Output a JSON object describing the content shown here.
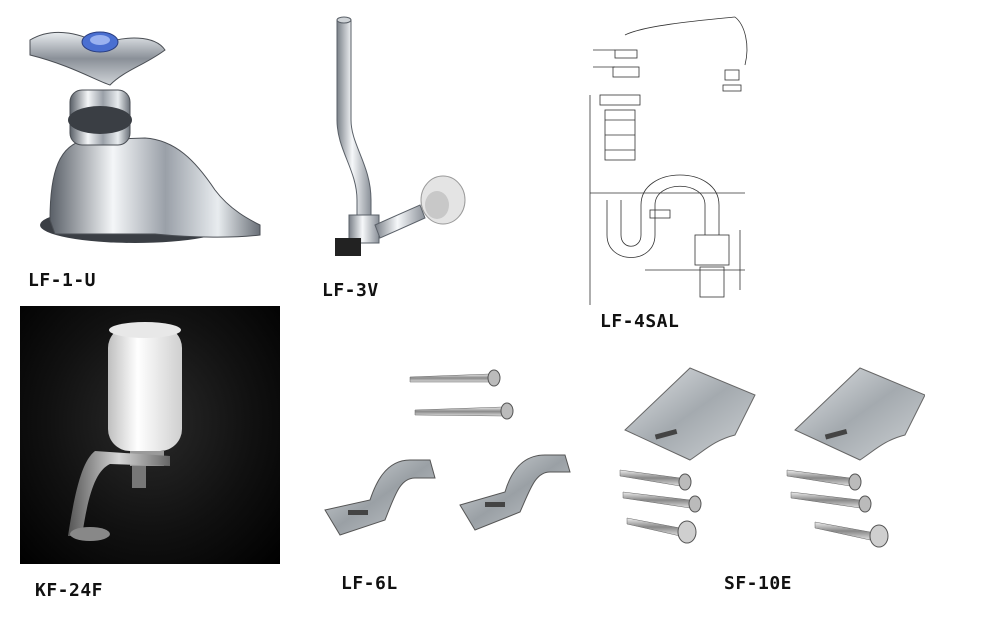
{
  "products": [
    {
      "id": "faucet",
      "label": "LF-1-U",
      "icon": "faucet-icon"
    },
    {
      "id": "pipe",
      "label": "LF-3V",
      "icon": "angle-valve-pipe-icon"
    },
    {
      "id": "trap",
      "label": "LF-4SAL",
      "icon": "trap-diagram-icon"
    },
    {
      "id": "soap",
      "label": "KF-24F",
      "icon": "soap-dispenser-icon"
    },
    {
      "id": "brackets",
      "label": "LF-6L",
      "icon": "bracket-screws-icon"
    },
    {
      "id": "hangers",
      "label": "SF-10E",
      "icon": "hanger-screws-icon"
    }
  ],
  "colors": {
    "chrome_light": "#f2f4f6",
    "chrome_dark": "#5a6068",
    "galvanized": "#b8bcc0",
    "knob_blue": "#4a6fd1",
    "line_drawing": "#333333"
  }
}
